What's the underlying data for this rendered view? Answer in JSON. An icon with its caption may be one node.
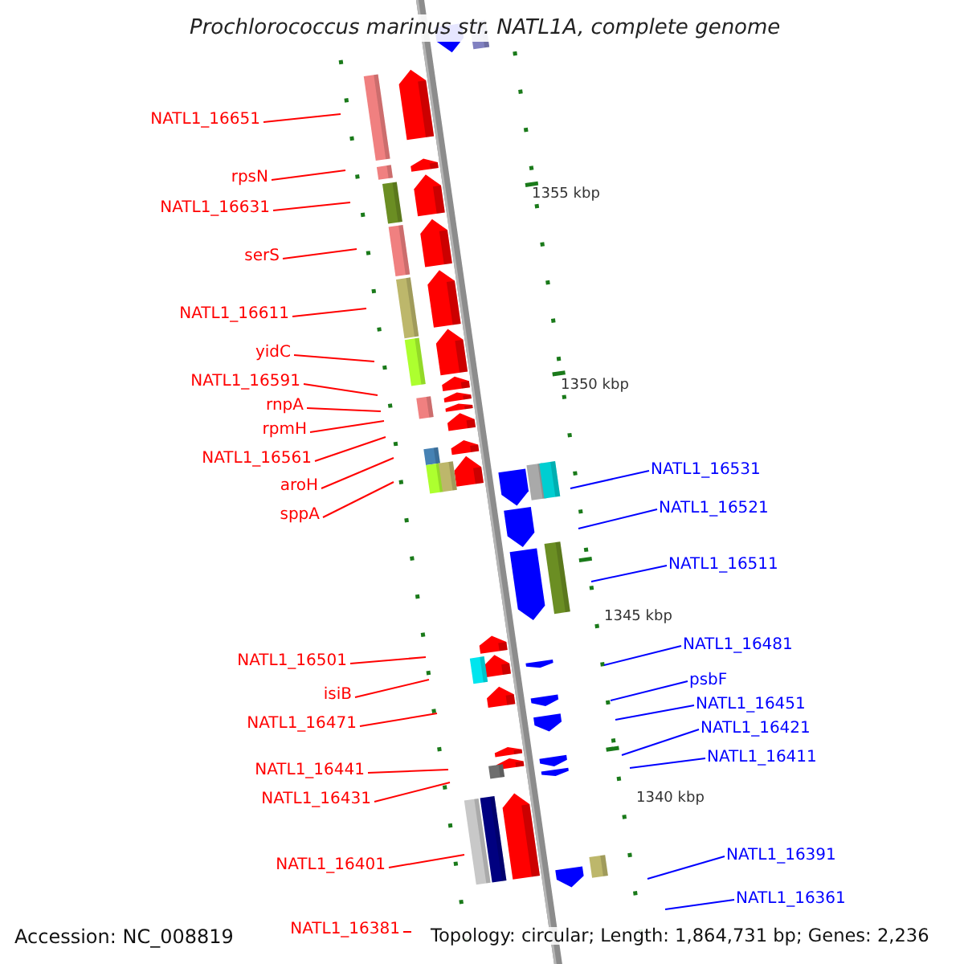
{
  "diagram": {
    "title": "Prochlorococcus marinus str. NATL1A, complete genome",
    "nodes": [
      {
        "text": [
          "NATL1_16651"
        ]
      },
      {
        "text": [
          "rpsN"
        ]
      },
      {
        "text": [
          "NATL1_16631"
        ]
      },
      {
        "text": [
          "serS"
        ]
      },
      {
        "text": [
          "NATL1_16611"
        ]
      },
      {
        "text": [
          "yidC"
        ]
      },
      {
        "text": [
          "NATL1_16591"
        ]
      },
      {
        "text": [
          "rnpA"
        ]
      },
      {
        "text": [
          "rpmH"
        ]
      },
      {
        "text": [
          "NATL1_16561"
        ]
      },
      {
        "text": [
          "NATL1_16531"
        ]
      },
      {
        "text": [
          "aroH"
        ]
      },
      {
        "text": [
          "NATL1_16521"
        ]
      },
      {
        "text": [
          "sppA"
        ]
      },
      {
        "text": [
          "NATL1_16511"
        ]
      },
      {
        "text": [
          "NATL1_16481"
        ]
      },
      {
        "text": [
          "NATL1_16501"
        ]
      },
      {
        "text": [
          "psbF"
        ]
      },
      {
        "text": [
          "isiB"
        ]
      },
      {
        "text": [
          "NATL1_16451"
        ]
      },
      {
        "text": [
          "NATL1_16471"
        ]
      },
      {
        "text": [
          "NATL1_16421"
        ]
      },
      {
        "text": [
          "NATL1_16411"
        ]
      },
      {
        "text": [
          "NATL1_16441"
        ]
      },
      {
        "text": [
          "NATL1_16431"
        ]
      },
      {
        "text": [
          "NATL1_16391"
        ]
      },
      {
        "text": [
          "NATL1_16401"
        ]
      },
      {
        "text": [
          "NATL1_16361"
        ]
      },
      {
        "text": [
          "NATL1_16381"
        ]
      }
    ],
    "edges": [
      {
        "from": 0,
        "to": null,
        "arrow": "none",
        "color": "#ff0000"
      },
      {
        "from": 1,
        "to": null,
        "arrow": "none",
        "color": "#ff0000"
      },
      {
        "from": 2,
        "to": null,
        "arrow": "none",
        "color": "#ff0000"
      },
      {
        "from": 3,
        "to": null,
        "arrow": "none",
        "color": "#ff0000"
      },
      {
        "from": 4,
        "to": null,
        "arrow": "none",
        "color": "#ff0000"
      },
      {
        "from": 5,
        "to": null,
        "arrow": "none",
        "color": "#ff0000"
      },
      {
        "from": 6,
        "to": null,
        "arrow": "none",
        "color": "#ff0000"
      },
      {
        "from": 7,
        "to": null,
        "arrow": "none",
        "color": "#ff0000"
      },
      {
        "from": 8,
        "to": null,
        "arrow": "none",
        "color": "#ff0000"
      },
      {
        "from": 9,
        "to": null,
        "arrow": "none",
        "color": "#ff0000"
      },
      {
        "from": 10,
        "to": null,
        "arrow": "none",
        "color": "#0000ff"
      },
      {
        "from": 11,
        "to": null,
        "arrow": "none",
        "color": "#ff0000"
      },
      {
        "from": 12,
        "to": null,
        "arrow": "none",
        "color": "#0000ff"
      },
      {
        "from": 13,
        "to": null,
        "arrow": "none",
        "color": "#ff0000"
      },
      {
        "from": 14,
        "to": null,
        "arrow": "none",
        "color": "#0000ff"
      },
      {
        "from": 15,
        "to": null,
        "arrow": "none",
        "color": "#0000ff"
      },
      {
        "from": 16,
        "to": null,
        "arrow": "none",
        "color": "#ff0000"
      },
      {
        "from": 17,
        "to": null,
        "arrow": "none",
        "color": "#0000ff"
      },
      {
        "from": 18,
        "to": null,
        "arrow": "none",
        "color": "#ff0000"
      },
      {
        "from": 19,
        "to": null,
        "arrow": "none",
        "color": "#0000ff"
      },
      {
        "from": 20,
        "to": null,
        "arrow": "none",
        "color": "#ff0000"
      },
      {
        "from": 21,
        "to": null,
        "arrow": "none",
        "color": "#0000ff"
      },
      {
        "from": 22,
        "to": null,
        "arrow": "none",
        "color": "#0000ff"
      },
      {
        "from": 23,
        "to": null,
        "arrow": "none",
        "color": "#ff0000"
      },
      {
        "from": 24,
        "to": null,
        "arrow": "none",
        "color": "#ff0000"
      },
      {
        "from": 25,
        "to": null,
        "arrow": "none",
        "color": "#0000ff"
      },
      {
        "from": 26,
        "to": null,
        "arrow": "none",
        "color": "#ff0000"
      },
      {
        "from": 27,
        "to": null,
        "arrow": "none",
        "color": "#0000ff"
      },
      {
        "from": 28,
        "to": null,
        "arrow": "none",
        "color": "#ff0000"
      }
    ],
    "labels": [
      "1355 kbp",
      "1350 kbp",
      "1345 kbp",
      "1340 kbp",
      "Accession: NC_008819",
      "Topology: circular; Length: 1,864,731 bp; Genes: 2,236"
    ]
  }
}
